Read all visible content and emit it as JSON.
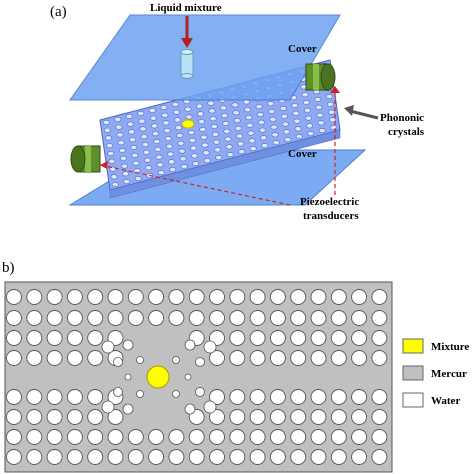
{
  "panel_a": {
    "tag": "(a)",
    "labels": {
      "liquid_mixture": "Liquid mixture",
      "cover_top": "Cover",
      "cover_bottom": "Cover",
      "phononic_line1": "Phononic",
      "phononic_line2": "crystals",
      "piezo_line1": "Piezoelectric",
      "piezo_line2": "transducers"
    }
  },
  "panel_b": {
    "tag": "b)",
    "legend": [
      {
        "label": "Mixture",
        "swatch_color": "#ffff00"
      },
      {
        "label": "Mercur",
        "swatch_color": "#c0c0c0"
      },
      {
        "label": "Water",
        "swatch_color": "#ffffff"
      }
    ]
  },
  "colors": {
    "cover": "#6ea3f2",
    "cover_edge": "#3f74c6",
    "crystal": "#8fa9f2",
    "transducer": "#5f8f2a",
    "arrow_red": "#b22222",
    "arrow_gray": "#555555",
    "mercury": "#c0c0c0",
    "mixture": "#ffff00"
  }
}
